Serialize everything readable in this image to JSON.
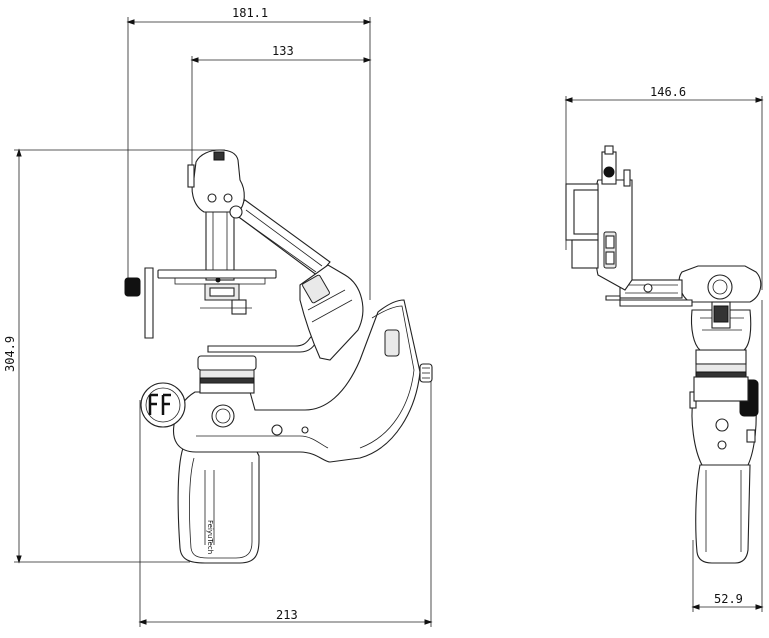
{
  "dimensions": {
    "front_width_top": "181.1",
    "front_width_mid": "133",
    "front_height": "304.9",
    "front_width_bottom": "213",
    "side_width_top": "146.6",
    "side_width_bottom": "52.9"
  },
  "logo": {
    "handle_text": "FeiyuTech"
  },
  "colors": {
    "line": "#222222",
    "background": "#ffffff"
  }
}
